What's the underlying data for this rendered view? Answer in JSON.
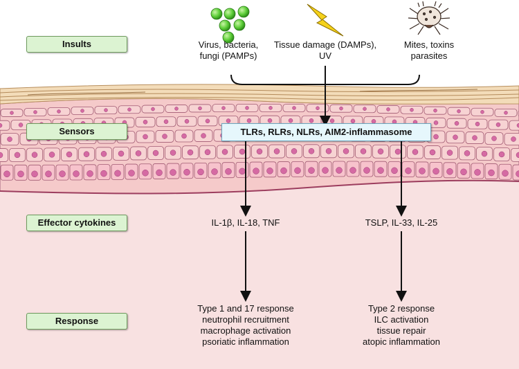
{
  "stages": {
    "insults": "Insults",
    "sensors": "Sensors",
    "effector": "Effector cytokines",
    "response": "Response"
  },
  "insults": [
    {
      "line1": "Virus, bacteria,",
      "line2": "fungi (PAMPs)",
      "icon": "green-spheres-icon"
    },
    {
      "line1": "Tissue damage (DAMPs),",
      "line2": "UV",
      "icon": "lightning-bolt-icon"
    },
    {
      "line1": "Mites, toxins",
      "line2": "parasites",
      "icon": "mite-icon"
    }
  ],
  "sensor_text": "TLRs, RLRs, NLRs, AIM2-inflammasome",
  "cytokines": {
    "left": "IL-1β, IL-18, TNF",
    "right": "TSLP, IL-33, IL-25"
  },
  "responses": {
    "left": [
      "Type 1 and 17 response",
      "neutrophil recruitment",
      "macrophage activation",
      "psoriatic inflammation"
    ],
    "right": [
      "Type 2 response",
      "ILC activation",
      "tissue repair",
      "atopic inflammation"
    ]
  },
  "colors": {
    "dermis": "#f8e1e1",
    "epidermis": "#f5c9c9",
    "stratum_corneum": "#f3dcb9",
    "label_box_fill": "#dcf3d2",
    "sensor_box_fill": "#e6f7fc"
  }
}
